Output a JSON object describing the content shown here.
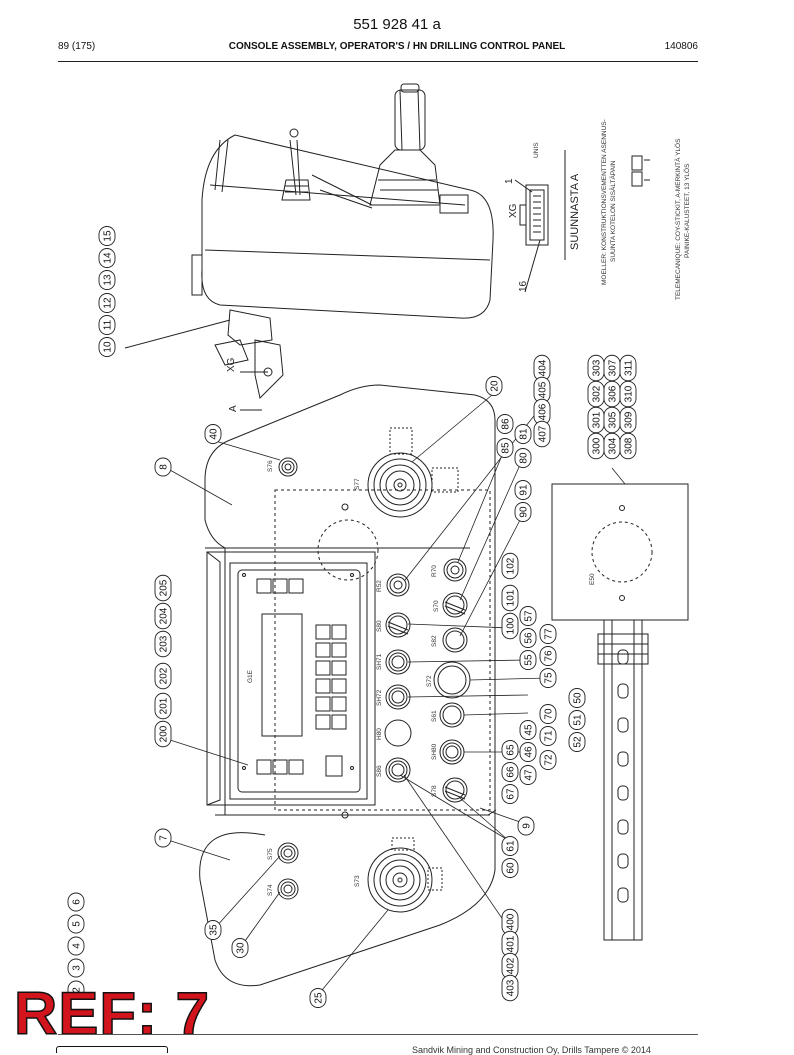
{
  "header": {
    "doc_number": "551 928 41 a",
    "page": "89 (175)",
    "title": "CONSOLE ASSEMBLY, OPERATOR'S / HN DRILLING CONTROL PANEL",
    "date": "140806"
  },
  "callouts": {
    "c10": "10",
    "c11": "11",
    "c12": "12",
    "c13": "13",
    "c14": "14",
    "c15": "15",
    "c20": "20",
    "c404": "404",
    "c405": "405",
    "c406": "406",
    "c407": "407",
    "c303": "303",
    "c307": "307",
    "c311": "311",
    "c302": "302",
    "c306": "306",
    "c310": "310",
    "c301": "301",
    "c305": "305",
    "c309": "309",
    "c300": "300",
    "c304": "304",
    "c308": "308",
    "c85": "85",
    "c86": "86",
    "c80": "80",
    "c81": "81",
    "c90": "90",
    "c91": "91",
    "c40": "40",
    "c8": "8",
    "c205": "205",
    "c204": "204",
    "c203": "203",
    "c202": "202",
    "c201": "201",
    "c200": "200",
    "c100": "100",
    "c101": "101",
    "c102": "102",
    "c55": "55",
    "c56": "56",
    "c57": "57",
    "c75": "75",
    "c76": "76",
    "c77": "77",
    "c72": "72",
    "c71": "71",
    "c70": "70",
    "c52": "52",
    "c51": "51",
    "c50": "50",
    "c47": "47",
    "c46": "46",
    "c45": "45",
    "c67": "67",
    "c66": "66",
    "c65": "65",
    "c9": "9",
    "c60": "60",
    "c61": "61",
    "c7": "7",
    "c35": "35",
    "c30": "30",
    "c25": "25",
    "c400": "400",
    "c401": "401",
    "c402": "402",
    "c403": "403",
    "c2": "2",
    "c3": "3",
    "c4": "4",
    "c5": "5",
    "c6": "6"
  },
  "labels": {
    "S76": "S76",
    "S77": "S77",
    "R52": "R52",
    "R70": "R70",
    "S70": "S70",
    "S80": "S80",
    "S82": "S82",
    "SH71": "SH71",
    "S72": "S72",
    "SH72": "SH72",
    "S61": "S61",
    "H80": "H80",
    "SH80": "SH80",
    "S86": "S86",
    "S78": "S78",
    "S75": "S75",
    "S74": "S74",
    "S73": "S73",
    "G1E": "G1E",
    "E50": "E50",
    "XG": "XG",
    "XG2": "XG",
    "A": "A",
    "pin1": "1",
    "pin16": "16",
    "conn_tag": "UNIS",
    "suunnasta": "SUUNNASTA A",
    "note1": "MOELLER: KONSTRUKTIONSVEMENTTEN ASENNUS-",
    "note2": "SUUNTA KOTELON SISÄLTÄPAIN",
    "note3": "TELEMECANIQUE: COY-STICKIT, A-MERKINTÄ YLÖS",
    "note4": "PAINIKE-KALUSTEET, 13 YLÖS"
  },
  "stamp": {
    "ref": "REF: 7"
  },
  "footer": {
    "copyright": "Sandvik Mining and Construction Oy, Drills Tampere © 2014"
  }
}
